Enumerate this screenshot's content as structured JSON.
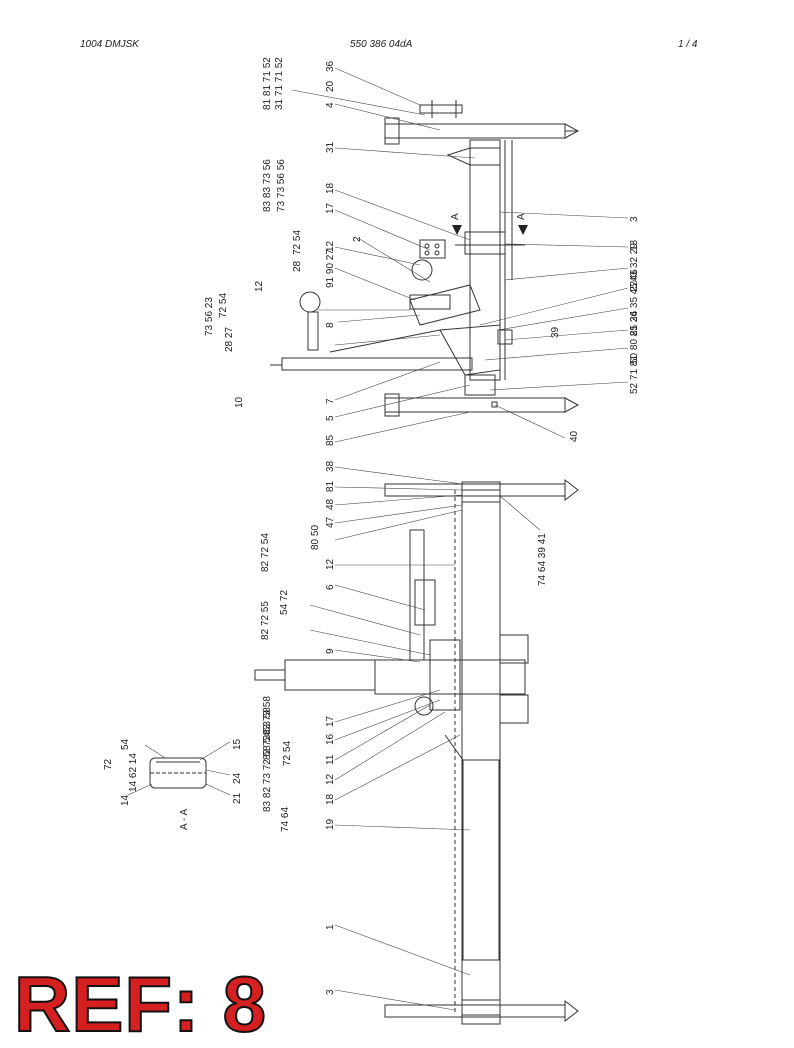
{
  "header": {
    "left": "1004 DMJSK",
    "center": "550 386 04dA",
    "right": "1 /  4"
  },
  "section_label": "A - A",
  "section_marker": "A",
  "ref_stamp": "REF: 8",
  "callouts": [
    {
      "text": "36"
    },
    {
      "text": "81 81 71 52"
    },
    {
      "text": "31 71 71 52"
    },
    {
      "text": "20"
    },
    {
      "text": "4"
    },
    {
      "text": "31"
    },
    {
      "text": "83 83 73 56"
    },
    {
      "text": "18"
    },
    {
      "text": "73 73 56 56"
    },
    {
      "text": "17"
    },
    {
      "text": "72 54"
    },
    {
      "text": "12"
    },
    {
      "text": "2"
    },
    {
      "text": "28"
    },
    {
      "text": "91 90 27"
    },
    {
      "text": "12"
    },
    {
      "text": "72 54"
    },
    {
      "text": "73 56 23"
    },
    {
      "text": "8"
    },
    {
      "text": "28 27"
    },
    {
      "text": "10"
    },
    {
      "text": "7"
    },
    {
      "text": "5"
    },
    {
      "text": "85"
    },
    {
      "text": "3"
    },
    {
      "text": "13"
    },
    {
      "text": "43 32 29"
    },
    {
      "text": "22"
    },
    {
      "text": "34 35 45 46"
    },
    {
      "text": "39"
    },
    {
      "text": "25 26"
    },
    {
      "text": "50 80 81"
    },
    {
      "text": "52 71 81"
    },
    {
      "text": "40"
    },
    {
      "text": "38"
    },
    {
      "text": "81"
    },
    {
      "text": "48"
    },
    {
      "text": "47"
    },
    {
      "text": "80 50"
    },
    {
      "text": "74 64 39 41"
    },
    {
      "text": "82 72 54"
    },
    {
      "text": "12"
    },
    {
      "text": "6"
    },
    {
      "text": "54 72"
    },
    {
      "text": "82 72 55"
    },
    {
      "text": "9"
    },
    {
      "text": "83 73 58"
    },
    {
      "text": "17"
    },
    {
      "text": "82 72 53 58"
    },
    {
      "text": "16"
    },
    {
      "text": "72 54"
    },
    {
      "text": "11"
    },
    {
      "text": "12"
    },
    {
      "text": "83 82 73 72 58 54"
    },
    {
      "text": "18"
    },
    {
      "text": "74 64"
    },
    {
      "text": "19"
    },
    {
      "text": "1"
    },
    {
      "text": "3"
    },
    {
      "text": "72"
    },
    {
      "text": "54"
    },
    {
      "text": "15"
    },
    {
      "text": "14 62 14"
    },
    {
      "text": "14"
    },
    {
      "text": "24"
    },
    {
      "text": "21"
    }
  ]
}
